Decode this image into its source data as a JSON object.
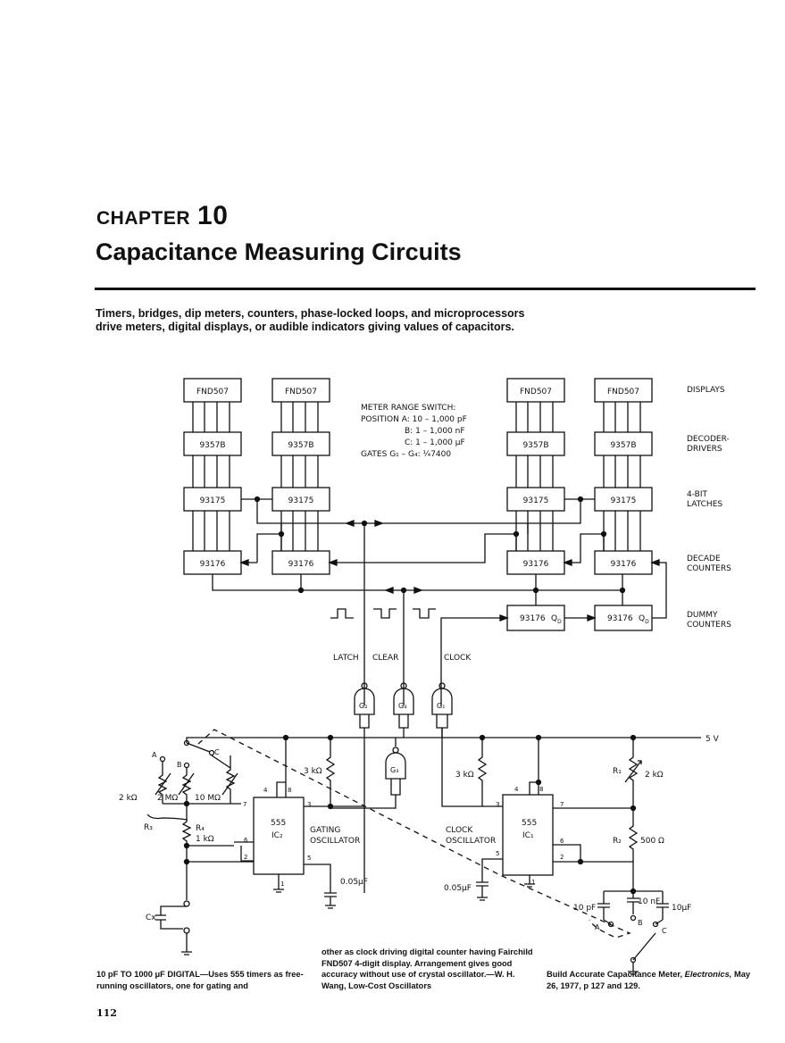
{
  "chapter": {
    "label": "CHAPTER",
    "number": "10",
    "title": "Capacitance Measuring Circuits"
  },
  "intro": "Timers, bridges, dip meters, counters, phase-locked loops, and microprocessors drive meters, digital displays, or audible indicators giving values of capacitors.",
  "schematic": {
    "displays": [
      "FND507",
      "FND507",
      "FND507",
      "FND507"
    ],
    "decoders": [
      "9357B",
      "9357B",
      "9357B",
      "9357B"
    ],
    "latches": [
      "93175",
      "93175",
      "93175",
      "93175"
    ],
    "counters": [
      "93176",
      "93176",
      "93176",
      "93176"
    ],
    "dummy_counters": [
      "93176",
      "93176"
    ],
    "dummy_q": "Q",
    "dummy_q_sub": "D",
    "row_labels": {
      "displays": "DISPLAYS",
      "decoder_1": "DECODER-",
      "decoder_2": "DRIVERS",
      "latch_1": "4-BIT",
      "latch_2": "LATCHES",
      "decade_1": "DECADE",
      "decade_2": "COUNTERS",
      "dummy_1": "DUMMY",
      "dummy_2": "COUNTERS"
    },
    "range_note": [
      "METER RANGE SWITCH:",
      "POSITION A:  10 – 1,000 pF",
      "B:   1 – 1,000 nF",
      "C:   1 – 1,000 μF",
      "GATES G₁ – G₄: ¼7400"
    ],
    "signals": {
      "latch": "LATCH",
      "clear": "CLEAR",
      "clock": "CLOCK"
    },
    "gates": {
      "g2": "G₂",
      "g4": "G₄",
      "g1": "G₁",
      "g3": "G₃"
    },
    "supply": "5 V",
    "timers": {
      "left_name": "555",
      "left_id": "IC₂",
      "left_function_1": "GATING",
      "left_function_2": "OSCILLATOR",
      "right_name": "555",
      "right_id": "IC₁",
      "right_function_1": "CLOCK",
      "right_function_2": "OSCILLATOR"
    },
    "pins": {
      "p4": "4",
      "p8": "8",
      "p7": "7",
      "p3": "3",
      "p6": "6",
      "p2": "2",
      "p5": "5",
      "p1": "1"
    },
    "components": {
      "r_3k_left": "3 kΩ",
      "r_3k_right": "3 kΩ",
      "r1": "R₁",
      "r1_value": "2 kΩ",
      "r2": "R₂",
      "r2_value": "500 Ω",
      "r3": "R₃",
      "r4": "R₄",
      "r4_value": "1 kΩ",
      "pot_2k": "2 kΩ",
      "pot_2m": "2 MΩ",
      "pot_10m": "10 MΩ",
      "c_left": "0.05μF",
      "c_right": "0.05μF",
      "c_10pf": "10 pF",
      "c_10nf": "10 nF",
      "c_10uf": "10μF",
      "cx": "Cx",
      "sw_a": "A",
      "sw_b": "B",
      "sw_c": "C"
    }
  },
  "captions": {
    "col1": "10 pF TO 1000 μF DIGITAL—Uses 555 timers as free-running oscillators, one for gating and",
    "col2": "other as clock driving digital counter having Fairchild FND507 4-digit display. Arrangement gives good accuracy without use of crystal oscillator.—W. H. Wang, Low-Cost Oscillators",
    "col3_main": "Build Accurate Capacitance Meter, ",
    "col3_journal": "Electronics,",
    "col3_tail": " May 26, 1977, p 127 and 129."
  },
  "page_number": "112"
}
